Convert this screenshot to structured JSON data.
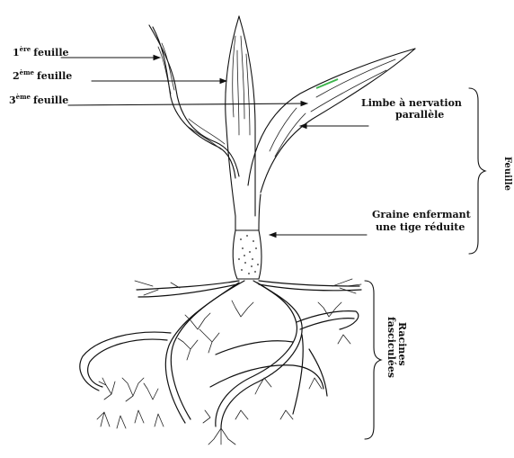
{
  "labels": {
    "leaf1": {
      "num": "1",
      "sup": "ère",
      "text": "feuille"
    },
    "leaf2": {
      "num": "2",
      "sup": "ème",
      "text": "feuille"
    },
    "leaf3": {
      "num": "3",
      "sup": "ème",
      "text": "feuille"
    },
    "limbe_line1": "Limbe à  nervation",
    "limbe_line2": "parallèle",
    "graine_line1": "Graine enfermant",
    "graine_line2": "une tige réduite",
    "feuille_brace": "Feuille",
    "racines_line1": "Racines",
    "racines_line2": "fasciculées"
  },
  "colors": {
    "ink": "#111111",
    "vein_highlight": "#3cb44b",
    "background": "#ffffff"
  }
}
